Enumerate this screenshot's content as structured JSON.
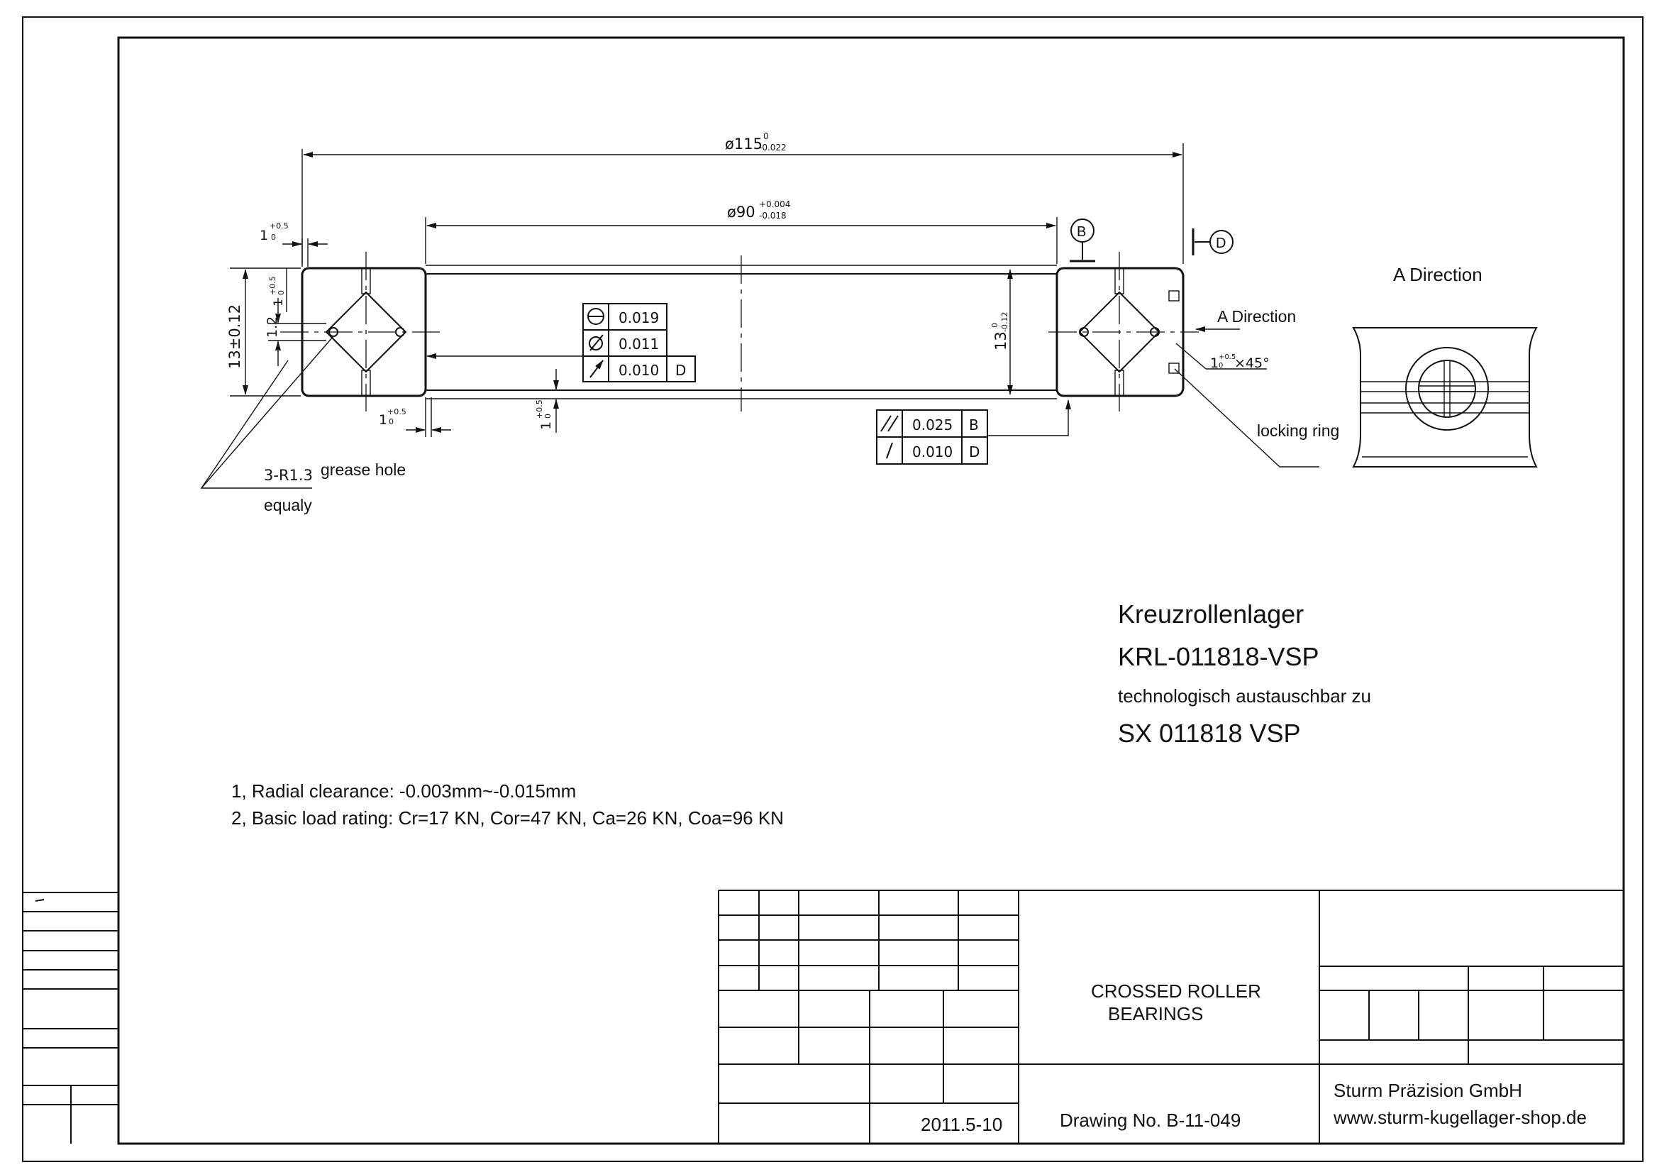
{
  "dimensions": {
    "outer_diameter": "ø115",
    "outer_tol_upper": "0",
    "outer_tol_lower": "-0.022",
    "inner_diameter": "ø90",
    "inner_tol_upper": "+0.004",
    "inner_tol_lower": "-0.018",
    "height_left": "13±0.12",
    "height_right": "13",
    "height_right_tol_upper": "0",
    "height_right_tol_lower": "-0.12",
    "chamfer_top_left": "1",
    "chamfer_bottom_left": "1",
    "chamfer_bottom_mid": "1",
    "chamfer_side_left": "1",
    "tol_upper_small": "+0.5",
    "tol_lower_small": "0",
    "groove_height": "1.2",
    "edge_chamfer": "1",
    "edge_chamfer_suffix": "×45°",
    "tol_edge_upper": "+0.5",
    "tol_edge_lower": "0"
  },
  "labels": {
    "grease_hole_prefix": "3-R1.3",
    "grease_hole": "grease hole",
    "equaly": "equaly",
    "a_direction_arrow": "A Direction",
    "a_direction_view": "A Direction",
    "locking_ring": "locking ring",
    "datum_b": "B",
    "datum_d": "D"
  },
  "tolerance_frame_left": [
    {
      "value": "0.019",
      "datum": ""
    },
    {
      "value": "0.011",
      "datum": ""
    },
    {
      "value": "0.010",
      "datum": "D"
    }
  ],
  "tolerance_frame_right": [
    {
      "value": "0.025",
      "datum": "B"
    },
    {
      "value": "0.010",
      "datum": "D"
    }
  ],
  "product": {
    "name_de": "Kreuzrollenlager",
    "code": "KRL-011818-VSP",
    "interchangeable": "technologisch austauschbar zu",
    "equivalent": "SX 011818 VSP"
  },
  "notes": [
    "1, Radial clearance: -0.003mm~-0.015mm",
    "2, Basic load rating: Cr=17 KN, Cor=47 KN, Ca=26 KN, Coa=96 KN"
  ],
  "title_block": {
    "title_line1": "CROSSED ROLLER",
    "title_line2": "BEARINGS",
    "date": "2011.5-10",
    "drawing_no": "Drawing No. B-11-049",
    "company": "Sturm Präzision GmbH",
    "website": "www.sturm-kugellager-shop.de"
  }
}
